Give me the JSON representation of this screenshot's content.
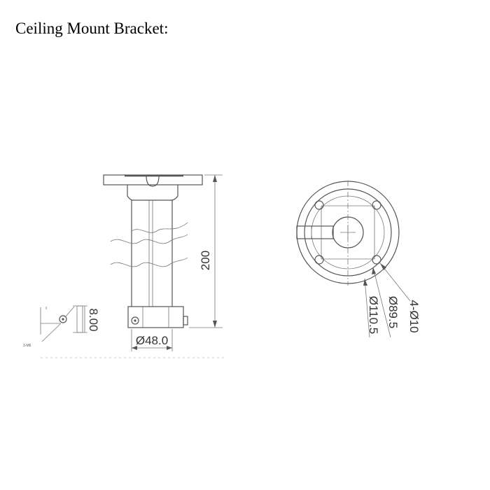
{
  "title": "Ceiling Mount Bracket:",
  "dimensions": {
    "height": "200",
    "pipe_diameter": "Ø48.0",
    "clamp_offset": "8.00",
    "hole_pattern": "4-Ø10",
    "bolt_circle": "Ø89.5",
    "base_diameter": "Ø110.5",
    "detail_note": "3-M6"
  },
  "colors": {
    "line": "#555555",
    "text": "#333333",
    "background": "#ffffff"
  }
}
